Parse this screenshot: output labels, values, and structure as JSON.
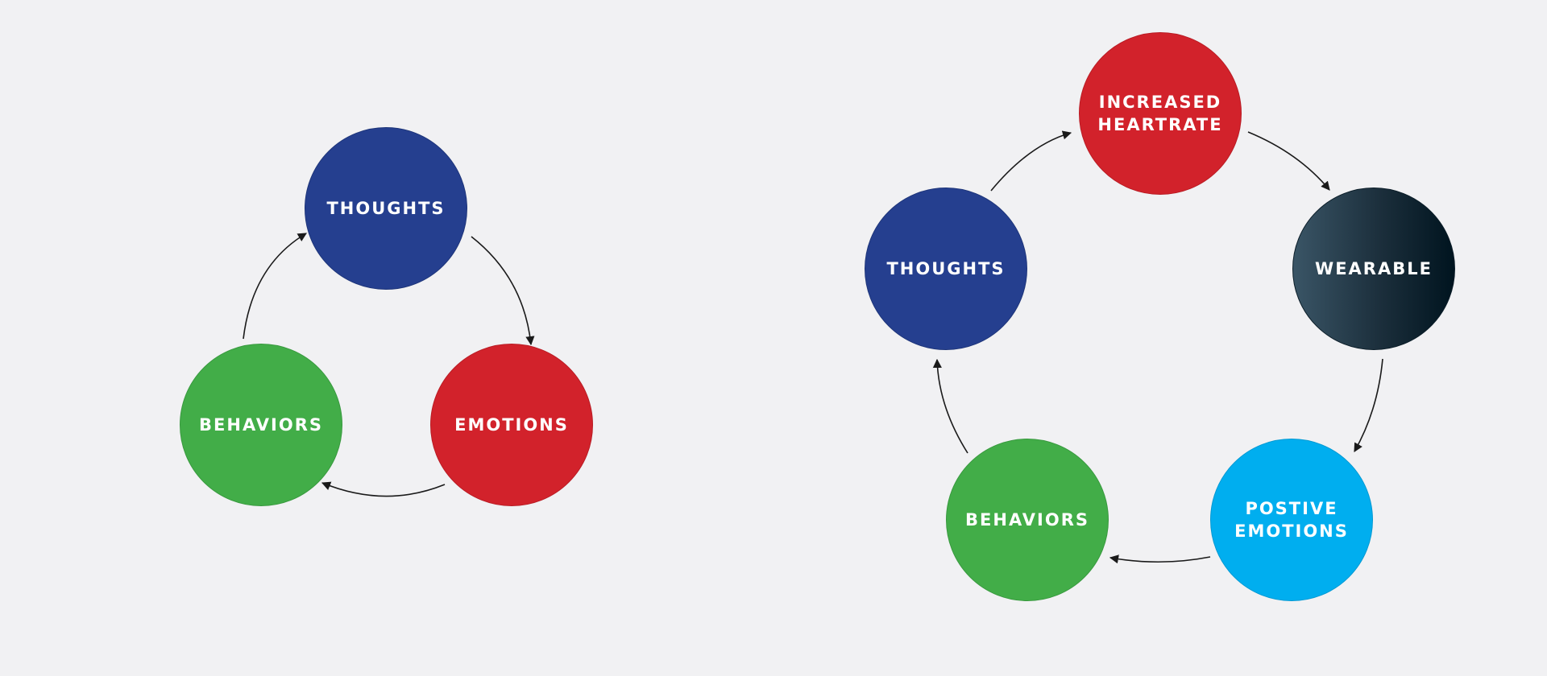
{
  "diagrams": [
    {
      "nodes": [
        {
          "label": "THOUGHTS",
          "color": "#253f8f"
        },
        {
          "label": "EMOTIONS",
          "color": "#d2222b"
        },
        {
          "label": "BEHAVIORS",
          "color": "#42ad48"
        }
      ]
    },
    {
      "nodes": [
        {
          "label": "INCREASED\nHEARTRATE",
          "color": "#d2222b"
        },
        {
          "label": "WEARABLE",
          "color": "#0b1d28"
        },
        {
          "label": "POSTIVE\nEMOTIONS",
          "color": "#00aeef"
        },
        {
          "label": "BEHAVIORS",
          "color": "#42ad48"
        },
        {
          "label": "THOUGHTS",
          "color": "#253f8f"
        }
      ]
    }
  ]
}
